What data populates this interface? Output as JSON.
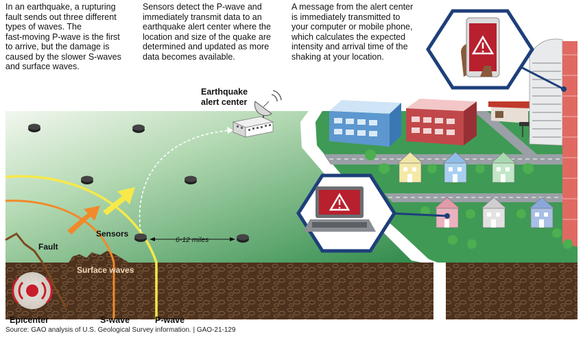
{
  "captions": {
    "step1_line1": "In an earthquake, a rupturing fault sends out three different types of waves. The",
    "step1_line2": "fast-moving P-wave is the first to arrive, but the damage is caused by the slower S-waves and surface waves.",
    "step2": "Sensors detect the P-wave and immediately transmit data to an earthquake alert center where the location and size of the quake are determined and updated as more data becomes available.",
    "step3": "A message from the alert center is immediately transmitted to your computer or mobile phone, which calculates the expected intensity and arrival time of the shaking at your location."
  },
  "labels": {
    "alert_center_line1": "Earthquake",
    "alert_center_line2": "alert center",
    "sensors": "Sensors",
    "distance": "6-12 miles",
    "fault": "Fault",
    "surface_waves": "Surface waves",
    "epicenter": "Epicenter",
    "s_wave": "S-wave",
    "p_wave": "P-wave"
  },
  "source": "Source: GAO analysis of U.S. Geological Survey information.  |  GAO-21-129",
  "icons": [
    "warning-icon",
    "phone-icon",
    "laptop-icon",
    "satellite-dish-icon",
    "sensor-icon"
  ],
  "colors": {
    "ground_green": "#3f9a55",
    "soil_brown": "#5a3a22",
    "p_wave": "#f7e94a",
    "s_wave": "#f08a2a",
    "alert_red": "#b8202e",
    "hexagon_border": "#1e3f7a"
  }
}
